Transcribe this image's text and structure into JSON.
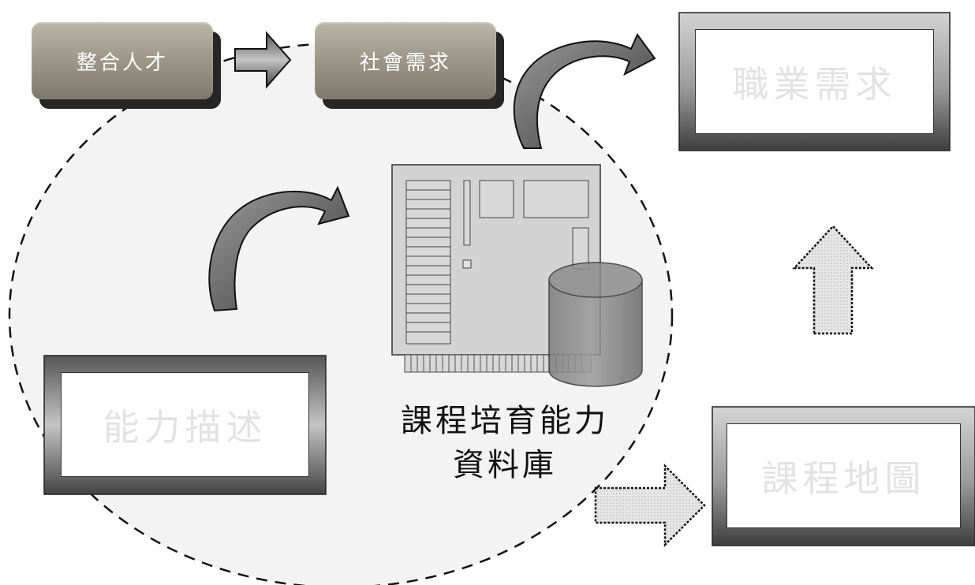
{
  "nodes": {
    "integrate_talent": "整合人才",
    "social_demand": "社會需求",
    "career_demand": "職業需求",
    "ability_description": "能力描述",
    "course_map": "課程地圖",
    "database_title_line1": "課程培育能力",
    "database_title_line2": "資料庫"
  },
  "icons": {
    "database": "server-database-icon",
    "curved_arrow": "curved-arrow-icon",
    "block_arrow": "block-arrow-icon"
  },
  "colors": {
    "button_fill": "#9d9a8b",
    "button_shadow": "#262626",
    "frame_dark": "#4a4a4a",
    "frame_light": "#d8d8d8",
    "faded_label": "#e2e2e2",
    "circle_fill": "#f3f3f3"
  }
}
